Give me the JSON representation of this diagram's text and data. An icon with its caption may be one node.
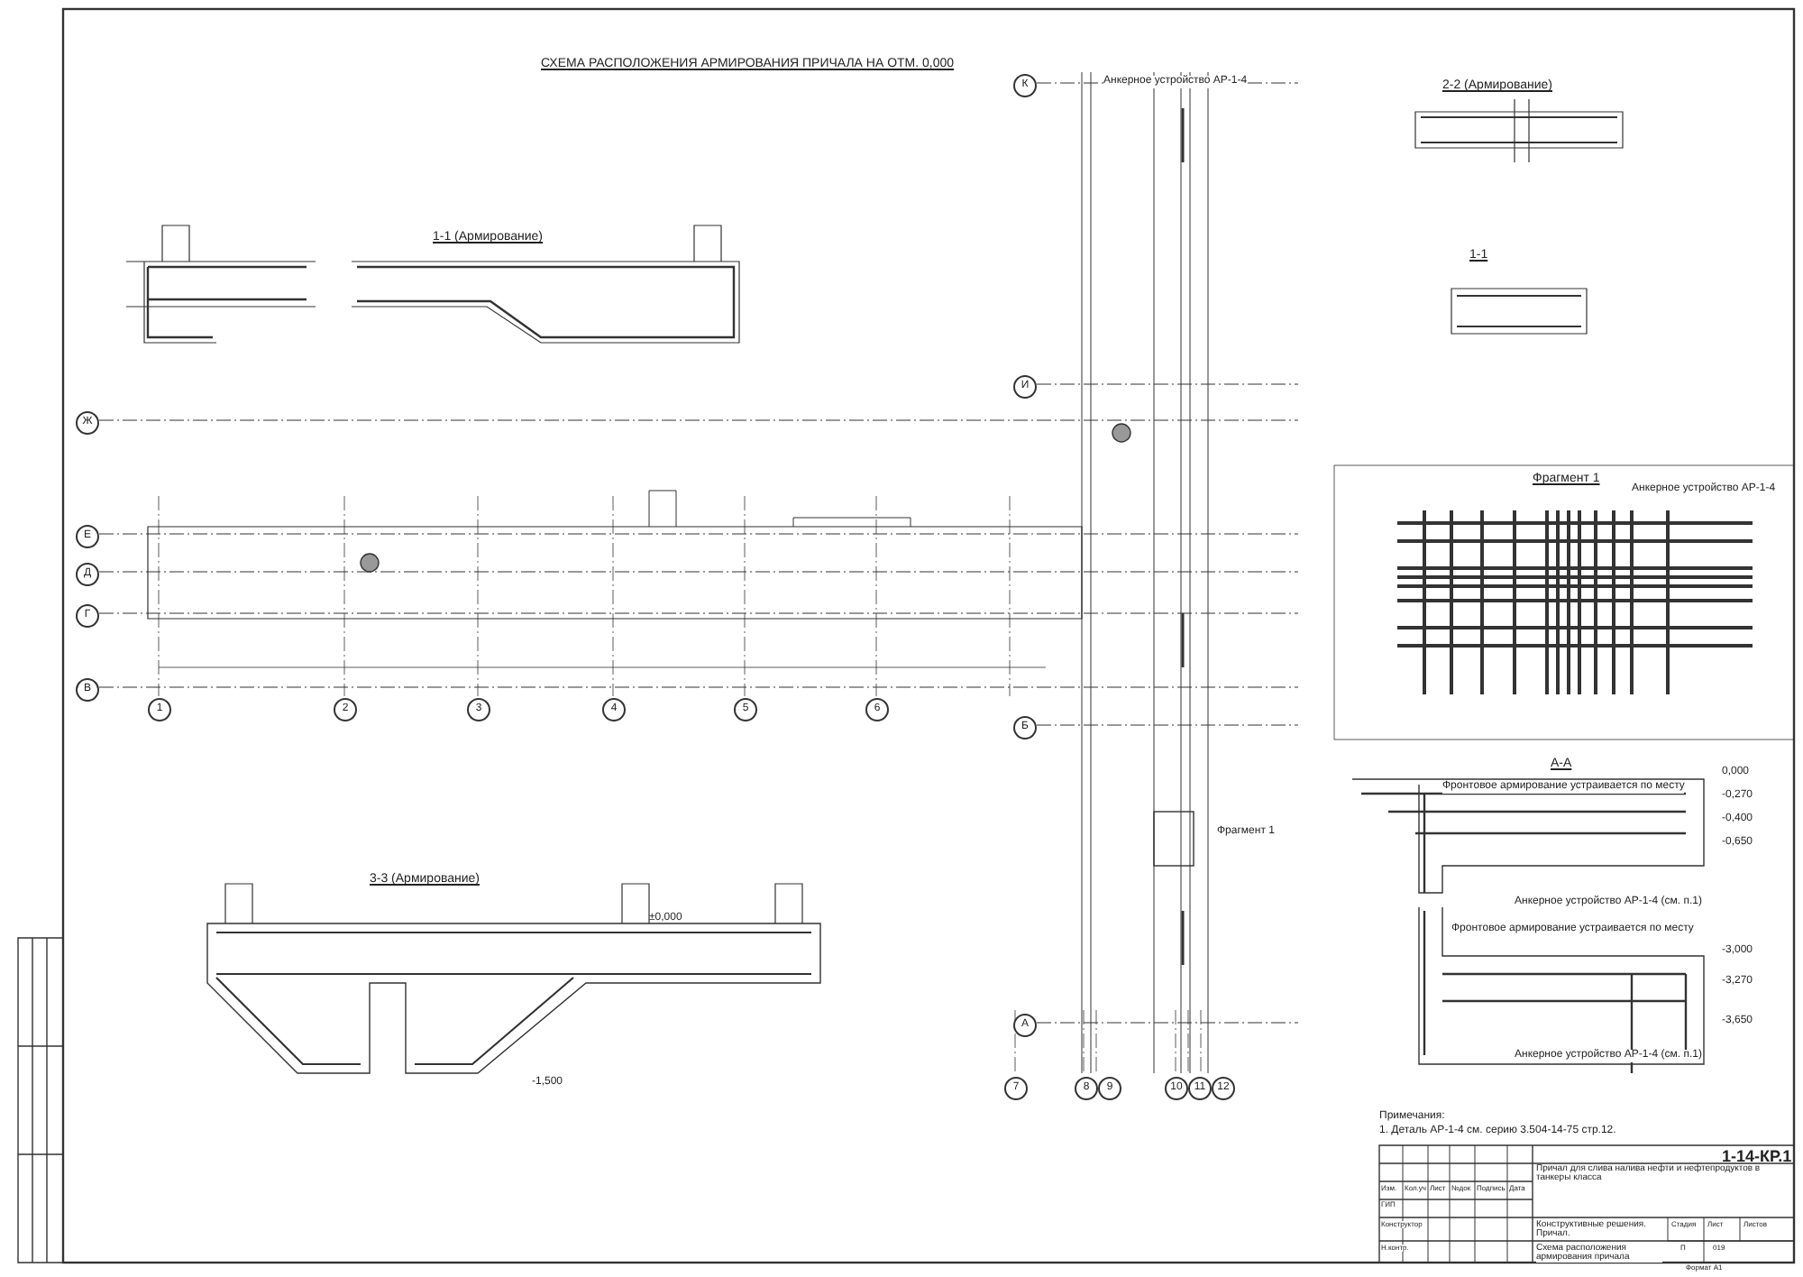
{
  "diagram": {
    "title": "СХЕМА РАСПОЛОЖЕНИЯ АРМИРОВАНИЯ ПРИЧАЛА НА ОТМ. 0,000",
    "labels": [
      "1-1 (Армирование)",
      "К",
      "Анкерное устройство АР-1-4",
      "2-2 (Армирование)",
      "1-1",
      "И",
      "Ж",
      "Фрагмент 1",
      "Е",
      "Д",
      "Г",
      "В",
      "1",
      "2",
      "3",
      "4",
      "5",
      "6",
      "Б",
      "А-А",
      "0,000",
      "-0,270",
      "-0,400",
      "-0,650",
      "Фрагмент 1",
      "3-3 (Армирование)",
      "±0,000",
      "-3,000",
      "-3,270",
      "А",
      "-3,650",
      "-1,500",
      "7",
      "8",
      "9",
      "10",
      "11",
      "12",
      "Примечания:",
      "1. Деталь АР-1-4 см. серию 3.504-14-75 стр.12.",
      "1-14-КР.1",
      "Изм.",
      "Кол.уч",
      "Лист",
      "№док",
      "Подпись",
      "Дата",
      "ГИП",
      "Конструктор",
      "Н.контр.",
      "Причал для слива налива нефти и нефтепродуктов в танкеры класса",
      "Конструктивные решения. Причал.",
      "Стадия",
      "Лист",
      "Листов",
      "П",
      "019",
      "Схема расположения армирования причала",
      "Формат А1",
      "Фронтовое армирование устраивается по месту",
      "Фронтовое армирование устраивается по месту",
      "Анкерное устройство АР-1-4 (см. п.1)",
      "Анкерное устройство АР-1-4 (см. п.1)",
      "Анкерное устройство АР-1-4"
    ]
  }
}
